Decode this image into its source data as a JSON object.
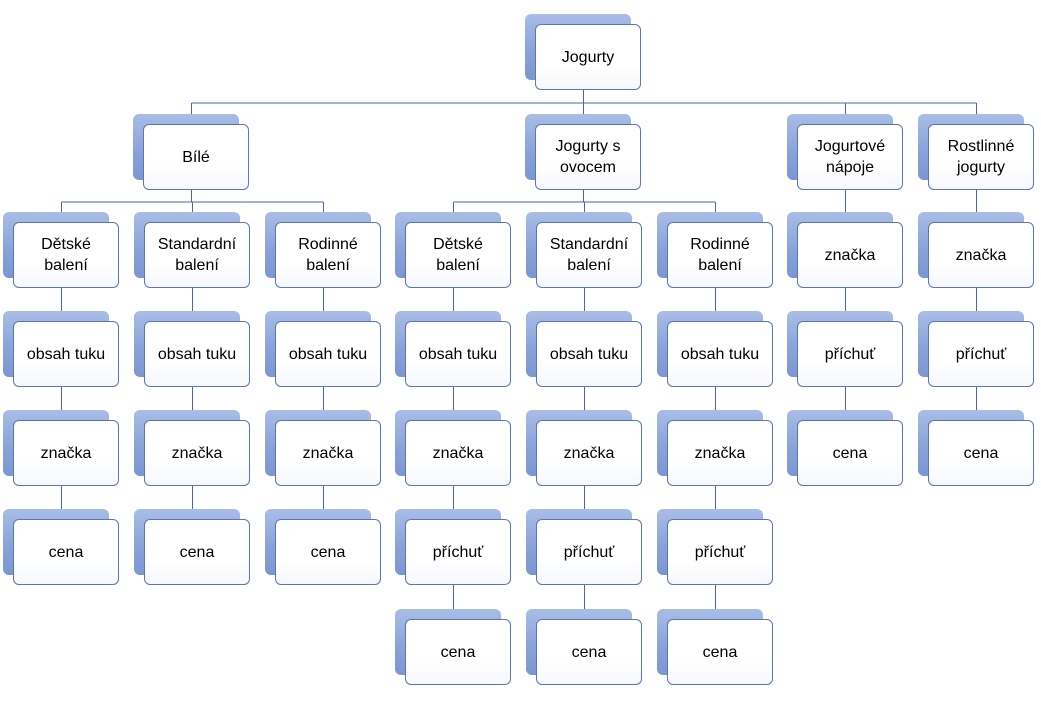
{
  "diagram": {
    "root": "Jogurty",
    "categories": [
      {
        "label": "Bílé",
        "packages": [
          {
            "label": "Dětské balení",
            "attributes": [
              "obsah tuku",
              "značka",
              "cena"
            ]
          },
          {
            "label": "Standardní balení",
            "attributes": [
              "obsah tuku",
              "značka",
              "cena"
            ]
          },
          {
            "label": "Rodinné balení",
            "attributes": [
              "obsah tuku",
              "značka",
              "cena"
            ]
          }
        ]
      },
      {
        "label": "Jogurty s ovocem",
        "packages": [
          {
            "label": "Dětské balení",
            "attributes": [
              "obsah tuku",
              "značka",
              "příchuť",
              "cena"
            ]
          },
          {
            "label": "Standardní balení",
            "attributes": [
              "obsah tuku",
              "značka",
              "příchuť",
              "cena"
            ]
          },
          {
            "label": "Rodinné balení",
            "attributes": [
              "obsah tuku",
              "značka",
              "příchuť",
              "cena"
            ]
          }
        ]
      },
      {
        "label": "Jogurtové nápoje",
        "attributes": [
          "značka",
          "příchuť",
          "cena"
        ]
      },
      {
        "label": "Rostlinné jogurty",
        "attributes": [
          "značka",
          "příchuť",
          "cena"
        ]
      }
    ],
    "colors": {
      "box_border": "#5b76b8",
      "box_shadow": "#8aa3da",
      "connector": "#4a66b0",
      "text": "#000000"
    }
  }
}
